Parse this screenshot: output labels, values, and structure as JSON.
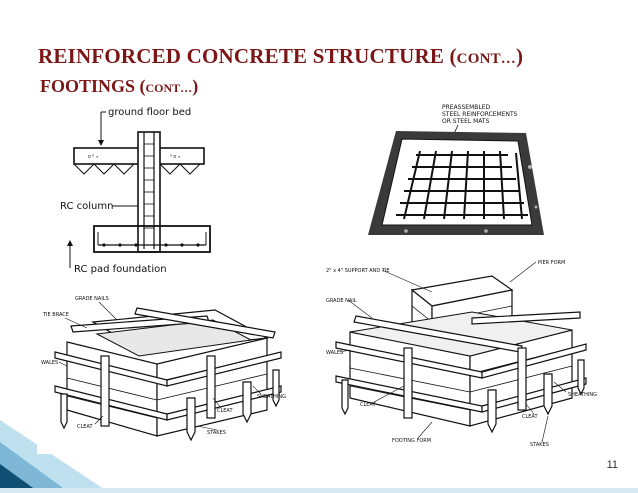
{
  "slide": {
    "title_main": "REINFORCED CONCRETE STRUCTURE (",
    "title_small": "CONT…",
    "title_close": ")",
    "subtitle_main": "FOOTINGS (",
    "subtitle_small": "CONT…",
    "subtitle_close": ")",
    "page_number": "11"
  },
  "figures": {
    "pad_section": {
      "labels": {
        "ground_floor_bed": "ground floor bed",
        "rc_column": "RC column",
        "rc_pad_foundation": "RC pad foundation"
      }
    },
    "mats": {
      "label_line1": "PREASSEMBLED",
      "label_line2": "STEEL REINFORCEMENTS",
      "label_line3": "OR STEEL MATS"
    },
    "formwork_left": {
      "labels": {
        "grade_nails": "GRADE NAILS",
        "tie_brace": "TIE BRACE",
        "wales": "WALES",
        "cleat_1": "CLEAT",
        "cleat_2": "CLEAT",
        "sheathing": "SHEATHING",
        "stakes": "STAKES"
      }
    },
    "formwork_right": {
      "labels": {
        "pier_form": "PIER FORM",
        "support_tie": "2\" x 4\" SUPPORT AND TIE",
        "grade_nail": "GRADE NAIL",
        "wales": "WALES",
        "cleat_1": "CLEAT",
        "cleat_2": "CLEAT",
        "sheathing": "SHEATHING",
        "footing_form": "FOOTING FORM",
        "stakes": "STAKES"
      }
    }
  },
  "colors": {
    "title": "#7a1616",
    "accent_dark": "#0f4f73",
    "accent_light": "#bfe0ef"
  }
}
